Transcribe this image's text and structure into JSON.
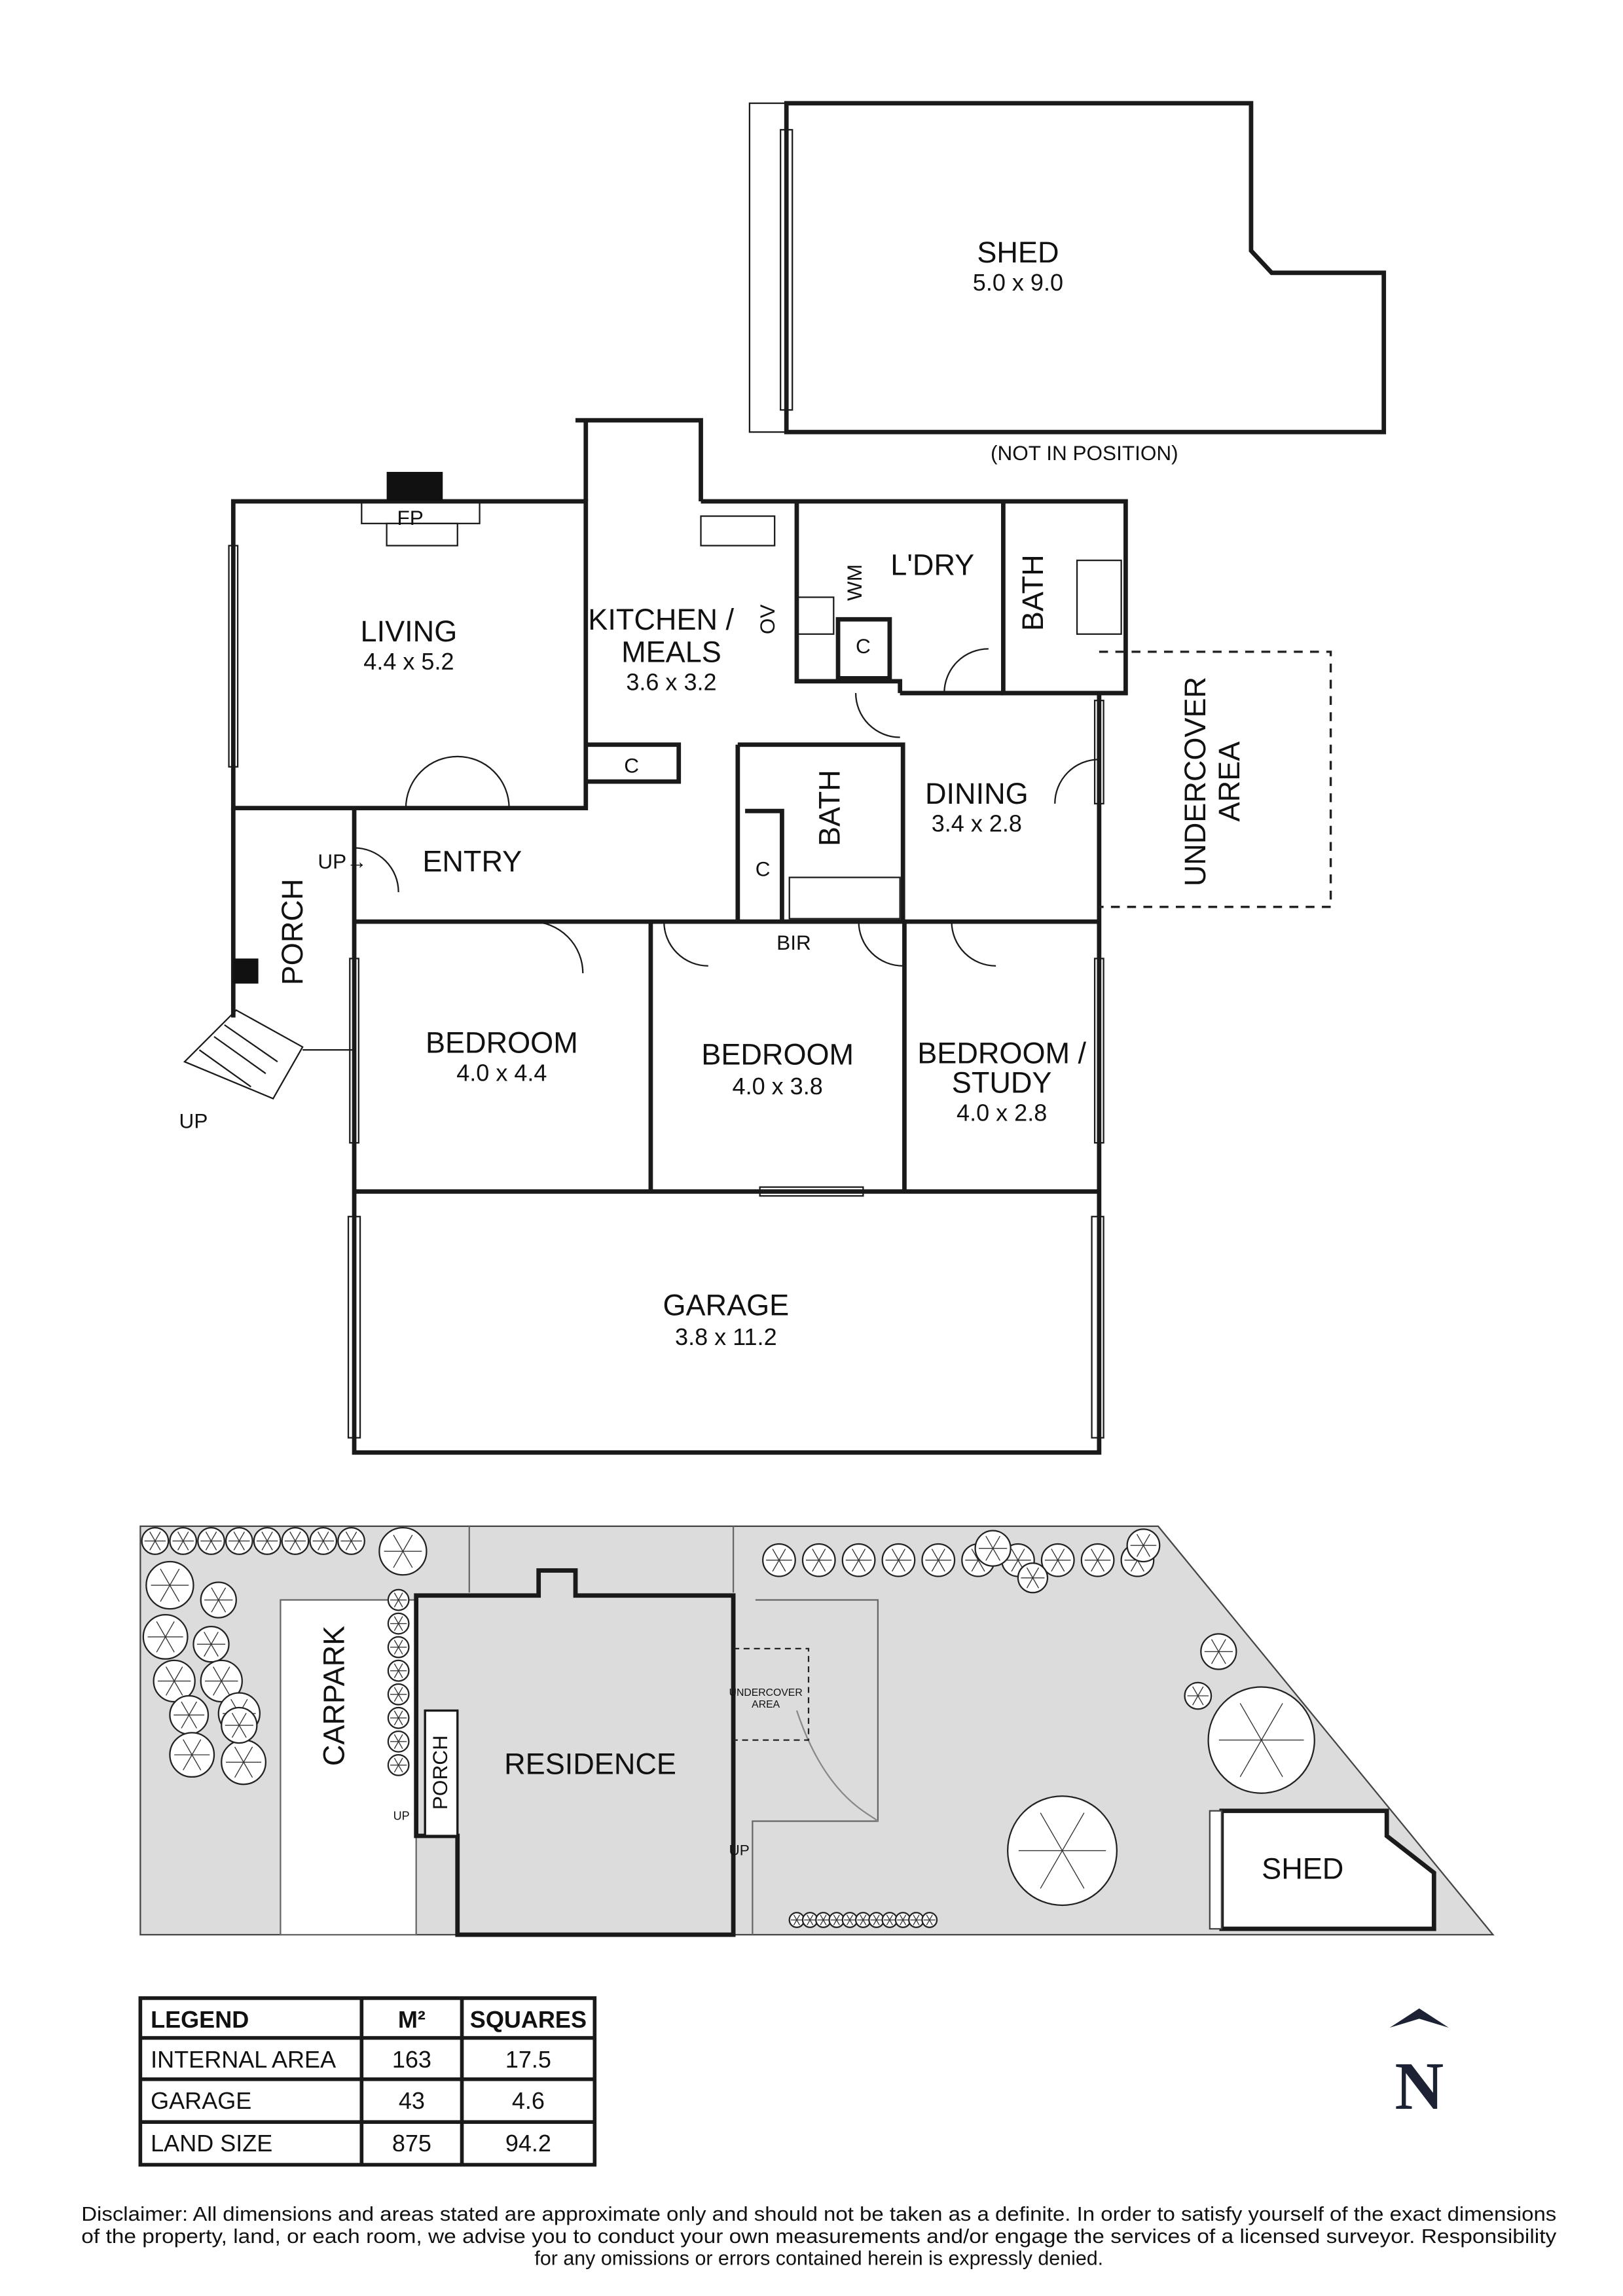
{
  "floorplan": {
    "shed": {
      "name": "SHED",
      "dim": "5.0 x 9.0",
      "note": "(NOT IN POSITION)"
    },
    "rooms": [
      {
        "name": "LIVING",
        "dim": "4.4 x 5.2"
      },
      {
        "name": "KITCHEN /",
        "name2": "MEALS",
        "dim": "3.6 x 3.2"
      },
      {
        "name": "L'DRY"
      },
      {
        "name": "BATH"
      },
      {
        "name": "DINING",
        "dim": "3.4 x 2.8"
      },
      {
        "name": "UNDERCOVER",
        "name2": "AREA"
      },
      {
        "name": "ENTRY"
      },
      {
        "name": "PORCH"
      },
      {
        "name": "BATH"
      },
      {
        "name": "BIR"
      },
      {
        "name": "BEDROOM",
        "dim": "4.0 x 4.4"
      },
      {
        "name": "BEDROOM",
        "dim": "4.0 x 3.8"
      },
      {
        "name": "BEDROOM /",
        "name2": "STUDY",
        "dim": "4.0 x 2.8"
      },
      {
        "name": "GARAGE",
        "dim": "3.8 x 11.2"
      }
    ],
    "fixtures": {
      "fp": "FP",
      "ov": "OV",
      "wm": "WM",
      "c": "C",
      "up": "UP",
      "up_arrow": "UP→"
    }
  },
  "siteplan": {
    "carpark": "CARPARK",
    "residence": "RESIDENCE",
    "porch": "PORCH",
    "undercover": "UNDERCOVER",
    "undercover2": "AREA",
    "shed": "SHED",
    "up": "UP"
  },
  "legend": {
    "headers": [
      "LEGEND",
      "M²",
      "SQUARES"
    ],
    "rows": [
      [
        "INTERNAL AREA",
        "163",
        "17.5"
      ],
      [
        "GARAGE",
        "43",
        "4.6"
      ],
      [
        "LAND SIZE",
        "875",
        "94.2"
      ]
    ]
  },
  "north": "N",
  "disclaimer": [
    "Disclaimer: All dimensions and areas stated are approximate only and should not be taken as a definite. In order to satisfy yourself of the exact dimensions",
    "of the property, land, or each room, we advise you to conduct your own measurements and/or engage the services of a licensed surveyor. Responsibility",
    "for any omissions or errors contained herein is expressly denied."
  ],
  "colors": {
    "site_fill": "#dcdcdc",
    "line": "#1a1a1a",
    "north": "#1c2233"
  }
}
